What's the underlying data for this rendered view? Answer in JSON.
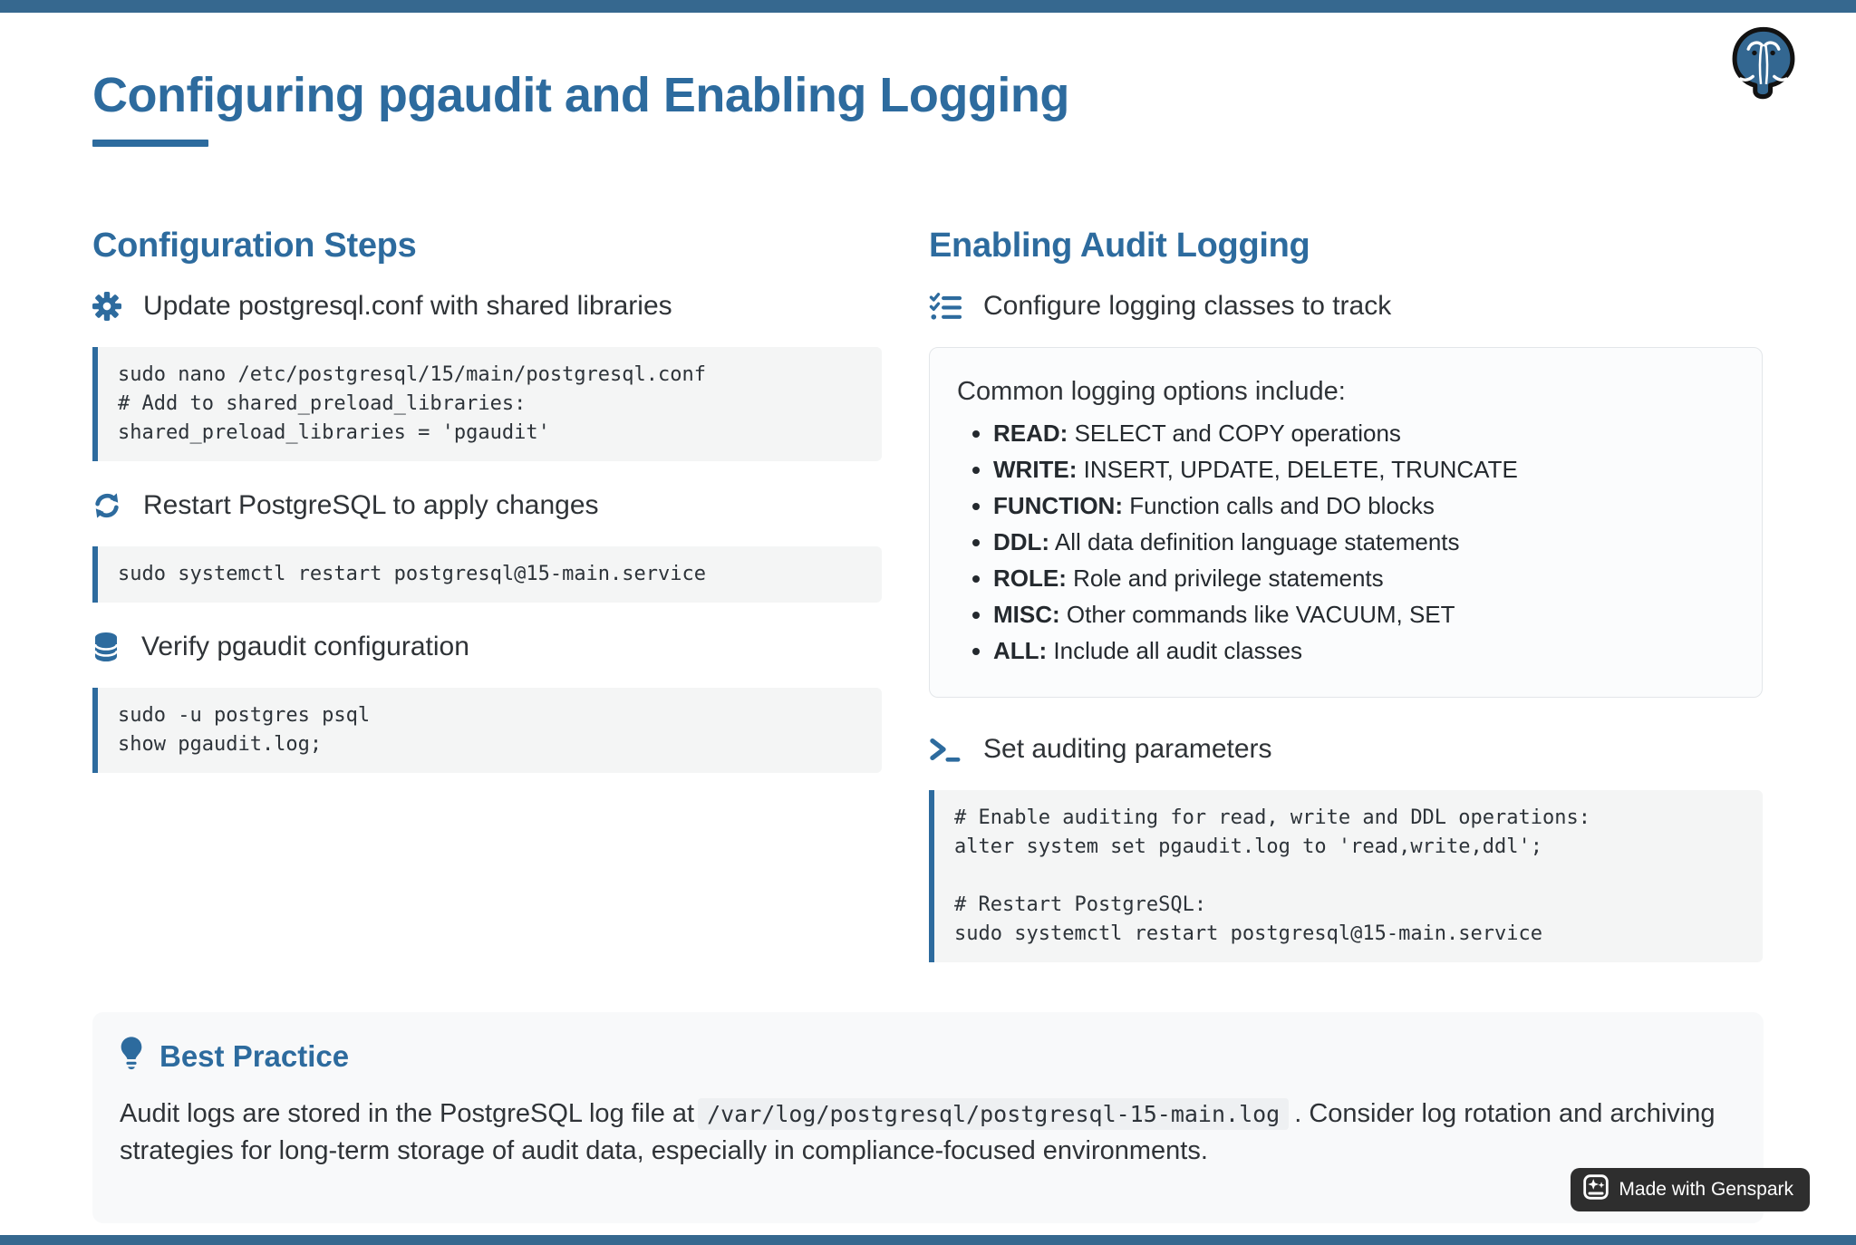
{
  "page": {
    "title": "Configuring pgaudit and Enabling Logging"
  },
  "colors": {
    "accent_blue": "#2d6b9e",
    "bar_blue": "#36688f",
    "code_background": "#f4f5f5",
    "postgres_logo_blue": "#336791",
    "badge_background": "#2e2e2e"
  },
  "icons": {
    "logo": "postgresql-elephant",
    "left_steps": [
      "gear",
      "refresh",
      "database"
    ],
    "right_steps": [
      "list-check",
      "terminal"
    ],
    "best_practice": "lightbulb",
    "badge": "genspark-sparkle"
  },
  "left_column": {
    "heading": "Configuration Steps",
    "steps": [
      {
        "label": "Update postgresql.conf with shared libraries",
        "code": "sudo nano /etc/postgresql/15/main/postgresql.conf\n# Add to shared_preload_libraries:\nshared_preload_libraries = 'pgaudit'"
      },
      {
        "label": "Restart PostgreSQL to apply changes",
        "code": "sudo systemctl restart postgresql@15-main.service"
      },
      {
        "label": "Verify pgaudit configuration",
        "code": "sudo -u postgres psql\nshow pgaudit.log;"
      }
    ]
  },
  "right_column": {
    "heading": "Enabling Audit Logging",
    "configure_step": {
      "label": "Configure logging classes to track"
    },
    "options_box": {
      "intro": "Common logging options include:",
      "items": [
        {
          "term": "READ:",
          "desc": " SELECT and COPY operations"
        },
        {
          "term": "WRITE:",
          "desc": " INSERT, UPDATE, DELETE, TRUNCATE"
        },
        {
          "term": "FUNCTION:",
          "desc": " Function calls and DO blocks"
        },
        {
          "term": "DDL:",
          "desc": " All data definition language statements"
        },
        {
          "term": "ROLE:",
          "desc": " Role and privilege statements"
        },
        {
          "term": "MISC:",
          "desc": " Other commands like VACUUM, SET"
        },
        {
          "term": "ALL:",
          "desc": " Include all audit classes"
        }
      ]
    },
    "audit_step": {
      "label": "Set auditing parameters",
      "code": "# Enable auditing for read, write and DDL operations:\nalter system set pgaudit.log to 'read,write,ddl';\n\n# Restart PostgreSQL:\nsudo systemctl restart postgresql@15-main.service"
    }
  },
  "best_practice": {
    "heading": "Best Practice",
    "text_before": "Audit logs are stored in the PostgreSQL log file at",
    "inline_code": "/var/log/postgresql/postgresql-15-main.log",
    "text_after": ". Consider log rotation and archiving strategies for long-term storage of audit data, especially in compliance-focused environments."
  },
  "badge": {
    "label": "Made with Genspark"
  }
}
